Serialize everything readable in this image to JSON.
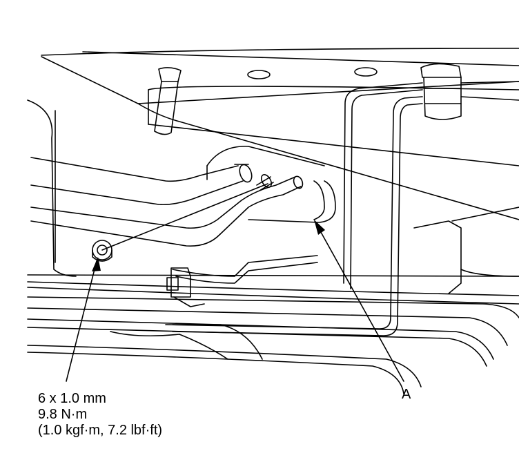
{
  "callouts": {
    "fastener": {
      "size": "6 x 1.0 mm",
      "torque_nm": "9.8 N·m",
      "torque_alt": "(1.0 kgf·m, 7.2 lbf·ft)"
    },
    "part_label": "A"
  },
  "colors": {
    "line": "#000000",
    "background": "#ffffff"
  }
}
